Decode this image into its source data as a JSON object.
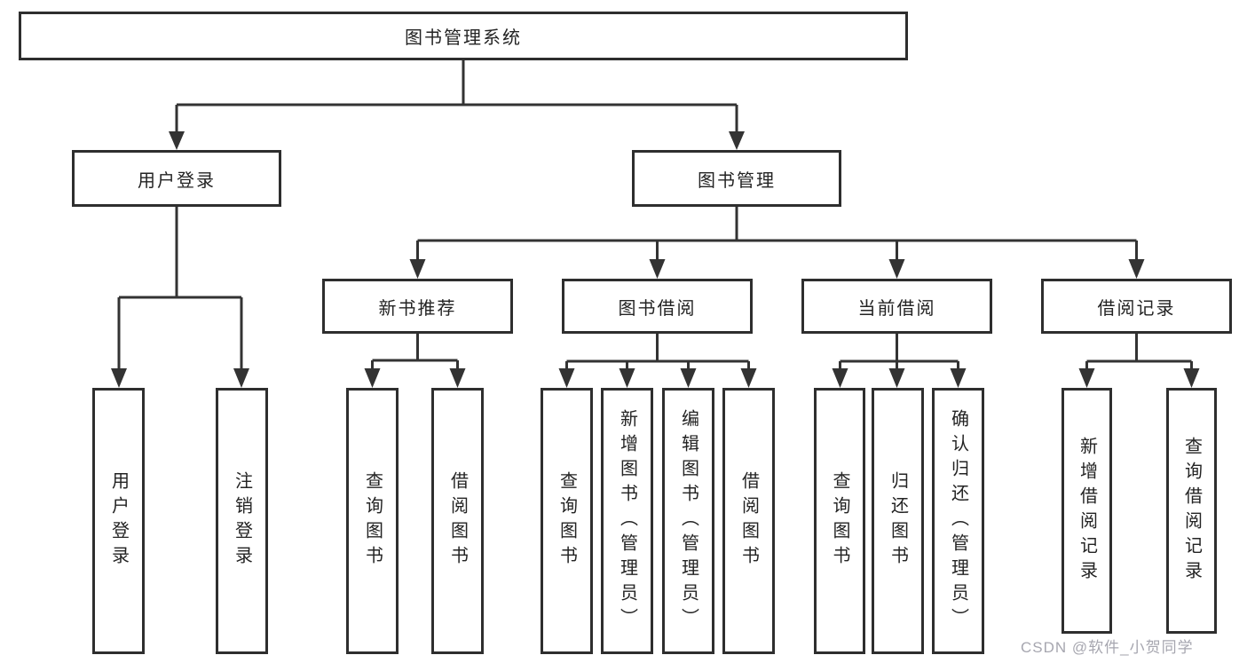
{
  "root": {
    "label": "图书管理系统"
  },
  "level1": [
    {
      "label": "用户登录"
    },
    {
      "label": "图书管理"
    }
  ],
  "user_login_children": [
    {
      "label": "用户登录"
    },
    {
      "label": "注销登录"
    }
  ],
  "level2": [
    {
      "label": "新书推荐",
      "children": [
        {
          "label": "查询图书"
        },
        {
          "label": "借阅图书"
        }
      ]
    },
    {
      "label": "图书借阅",
      "children": [
        {
          "label": "查询图书"
        },
        {
          "label": "新增图书（管理员）"
        },
        {
          "label": "编辑图书（管理员）"
        },
        {
          "label": "借阅图书"
        }
      ]
    },
    {
      "label": "当前借阅",
      "children": [
        {
          "label": "查询图书"
        },
        {
          "label": "归还图书"
        },
        {
          "label": "确认归还（管理员）"
        }
      ]
    },
    {
      "label": "借阅记录",
      "children": [
        {
          "label": "新增借阅记录"
        },
        {
          "label": "查询借阅记录"
        }
      ]
    }
  ],
  "watermark": "CSDN @软件_小贺同学",
  "colors": {
    "line": "#333333",
    "box_border": "#2e2e2e",
    "text": "#232323",
    "background": "#ffffff",
    "watermark": "#9e9ea8"
  }
}
